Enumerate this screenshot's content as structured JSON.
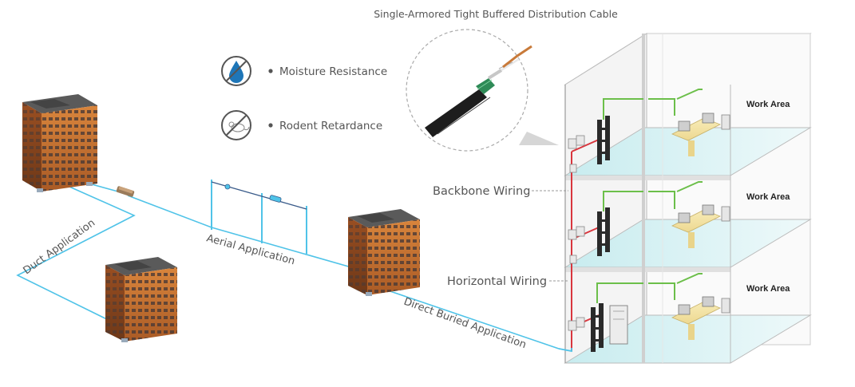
{
  "title": "Single-Armored Tight Buffered Distribution Cable",
  "features": [
    {
      "label": "Moisture Resistance",
      "icon": "water-drop-icon"
    },
    {
      "label": "Rodent Retardance",
      "icon": "rodent-icon"
    }
  ],
  "applications": {
    "duct": "Duct Application",
    "aerial": "Aerial Application",
    "direct_buried": "Direct Buried Application"
  },
  "wiring": {
    "backbone": "Backbone Wiring",
    "horizontal": "Horizontal Wiring"
  },
  "work_area": "Work Area",
  "colors": {
    "cable_blue": "#4fc3e8",
    "riser_red": "#d9363e",
    "horizontal_green": "#6cbf4a",
    "building_orange": "#c9702e",
    "floor_teal": "#d8f0f2",
    "desk_yellow": "#f6e6a6"
  }
}
